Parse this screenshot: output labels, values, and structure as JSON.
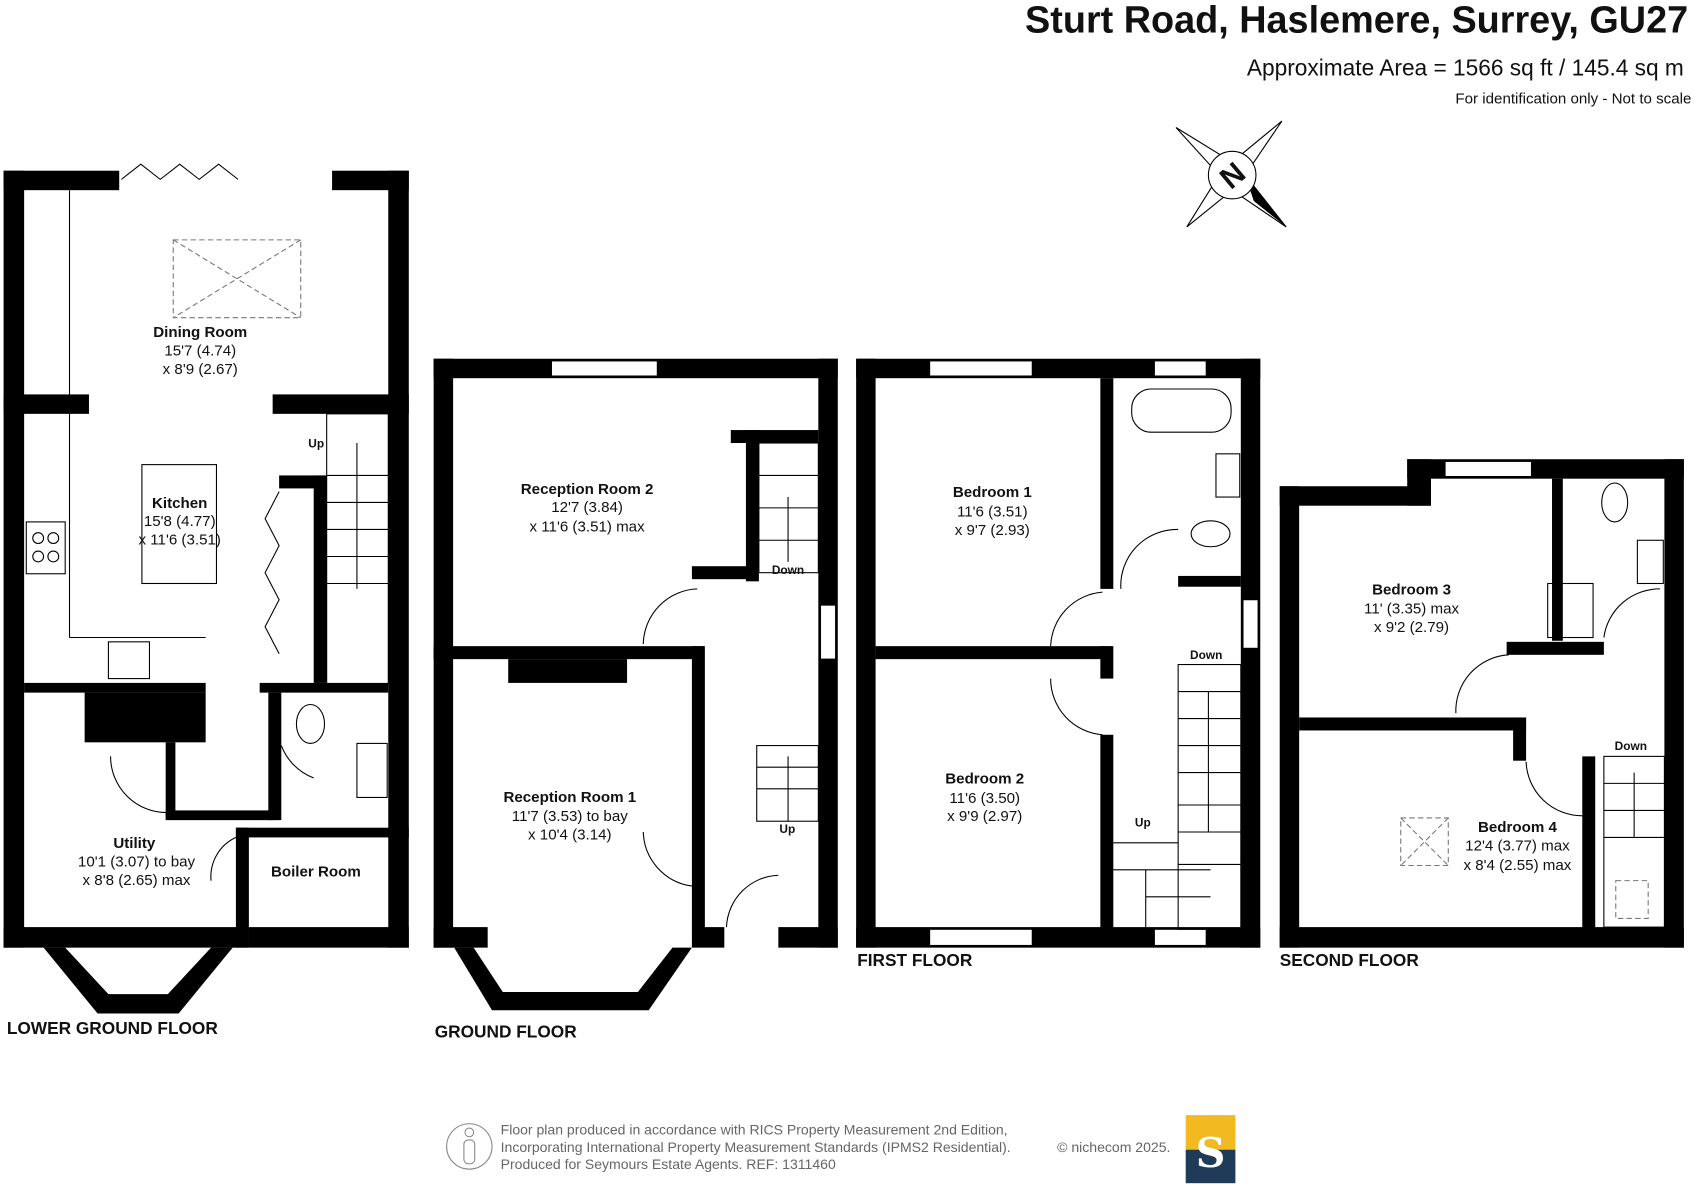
{
  "header": {
    "title": "Sturt Road, Haslemere, Surrey, GU27",
    "area": "Approximate Area = 1566 sq ft / 145.4 sq m",
    "note": "For identification only - Not to scale"
  },
  "compass": {
    "label": "N",
    "icon": "north-compass-icon"
  },
  "floors": {
    "lower_ground": {
      "label": "LOWER GROUND FLOOR",
      "rooms": [
        {
          "name": "Dining Room",
          "dim1": "15'7 (4.74)",
          "dim2": "x 8'9 (2.67)"
        },
        {
          "name": "Kitchen",
          "dim1": "15'8 (4.77)",
          "dim2": "x 11'6 (3.51)"
        },
        {
          "name": "Utility",
          "dim1": "10'1 (3.07) to bay",
          "dim2": "x 8'8 (2.65) max"
        },
        {
          "name": "Boiler Room"
        }
      ],
      "stairs": "Up"
    },
    "ground": {
      "label": "GROUND FLOOR",
      "rooms": [
        {
          "name": "Reception Room 2",
          "dim1": "12'7 (3.84)",
          "dim2": "x 11'6 (3.51) max"
        },
        {
          "name": "Reception Room 1",
          "dim1": "11'7 (3.53) to bay",
          "dim2": "x 10'4 (3.14)"
        }
      ],
      "stairs_down": "Down",
      "stairs_up": "Up"
    },
    "first": {
      "label": "FIRST FLOOR",
      "rooms": [
        {
          "name": "Bedroom 1",
          "dim1": "11'6 (3.51)",
          "dim2": "x 9'7 (2.93)"
        },
        {
          "name": "Bedroom 2",
          "dim1": "11'6 (3.50)",
          "dim2": "x 9'9 (2.97)"
        }
      ],
      "stairs_down": "Down",
      "stairs_up": "Up"
    },
    "second": {
      "label": "SECOND FLOOR",
      "rooms": [
        {
          "name": "Bedroom 3",
          "dim1": "11' (3.35) max",
          "dim2": "x 9'2 (2.79)"
        },
        {
          "name": "Bedroom 4",
          "dim1": "12'4 (3.77) max",
          "dim2": "x 8'4 (2.55) max"
        }
      ],
      "stairs_down": "Down"
    }
  },
  "footer": {
    "line1": "Floor plan produced in accordance with RICS Property Measurement 2nd Edition,",
    "line2": "Incorporating International Property Measurement Standards (IPMS2 Residential).",
    "line3": "Produced for Seymours Estate Agents.   REF: 1311460",
    "copyright": "© nichecom 2025.",
    "logo_letter": "S"
  },
  "colors": {
    "logo_top": "#F3B921",
    "logo_bottom": "#1F3B57",
    "walls": "#000000"
  }
}
